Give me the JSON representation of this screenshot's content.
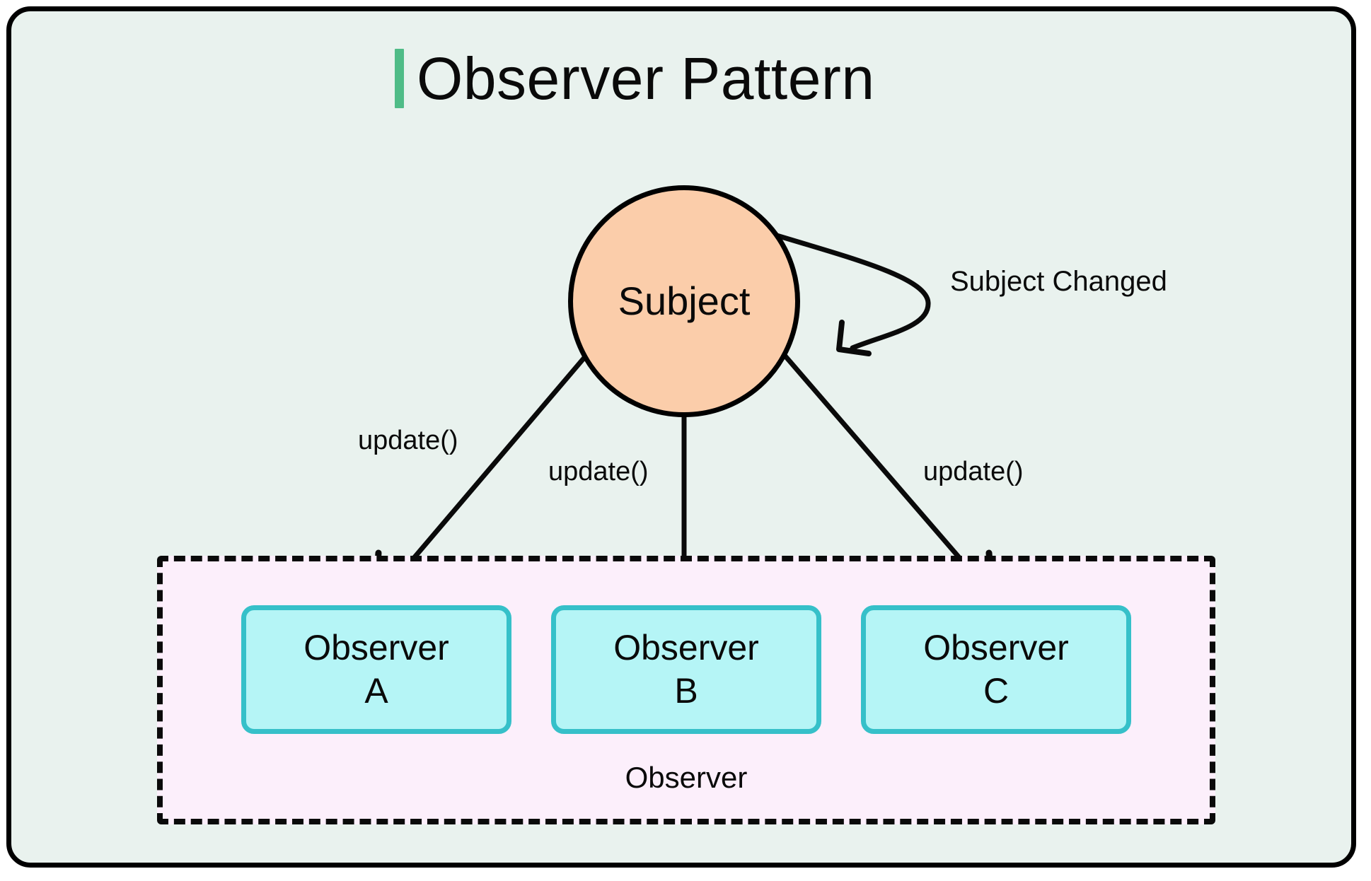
{
  "diagram": {
    "title": "Observer Pattern",
    "accent_color": "#4fbc87",
    "background_color": "#e9f2ee",
    "frame_border_color": "#000000"
  },
  "subject": {
    "label": "Subject",
    "fill_color": "#fbcdaa",
    "stroke_color": "#000000"
  },
  "self_edge": {
    "label": "Subject Changed"
  },
  "edges": [
    {
      "label": "update()",
      "from": "Subject",
      "to": "Observer A"
    },
    {
      "label": "update()",
      "from": "Subject",
      "to": "Observer B"
    },
    {
      "label": "update()",
      "from": "Subject",
      "to": "Observer C"
    }
  ],
  "observer_group": {
    "caption": "Observer",
    "fill_color": "#fceffb",
    "border_style": "dashed",
    "border_color": "#0a0a0a",
    "items": [
      {
        "line1": "Observer",
        "line2": "A",
        "fill_color": "#b5f5f6",
        "stroke_color": "#36c0c9"
      },
      {
        "line1": "Observer",
        "line2": "B",
        "fill_color": "#b5f5f6",
        "stroke_color": "#36c0c9"
      },
      {
        "line1": "Observer",
        "line2": "C",
        "fill_color": "#b5f5f6",
        "stroke_color": "#36c0c9"
      }
    ]
  }
}
